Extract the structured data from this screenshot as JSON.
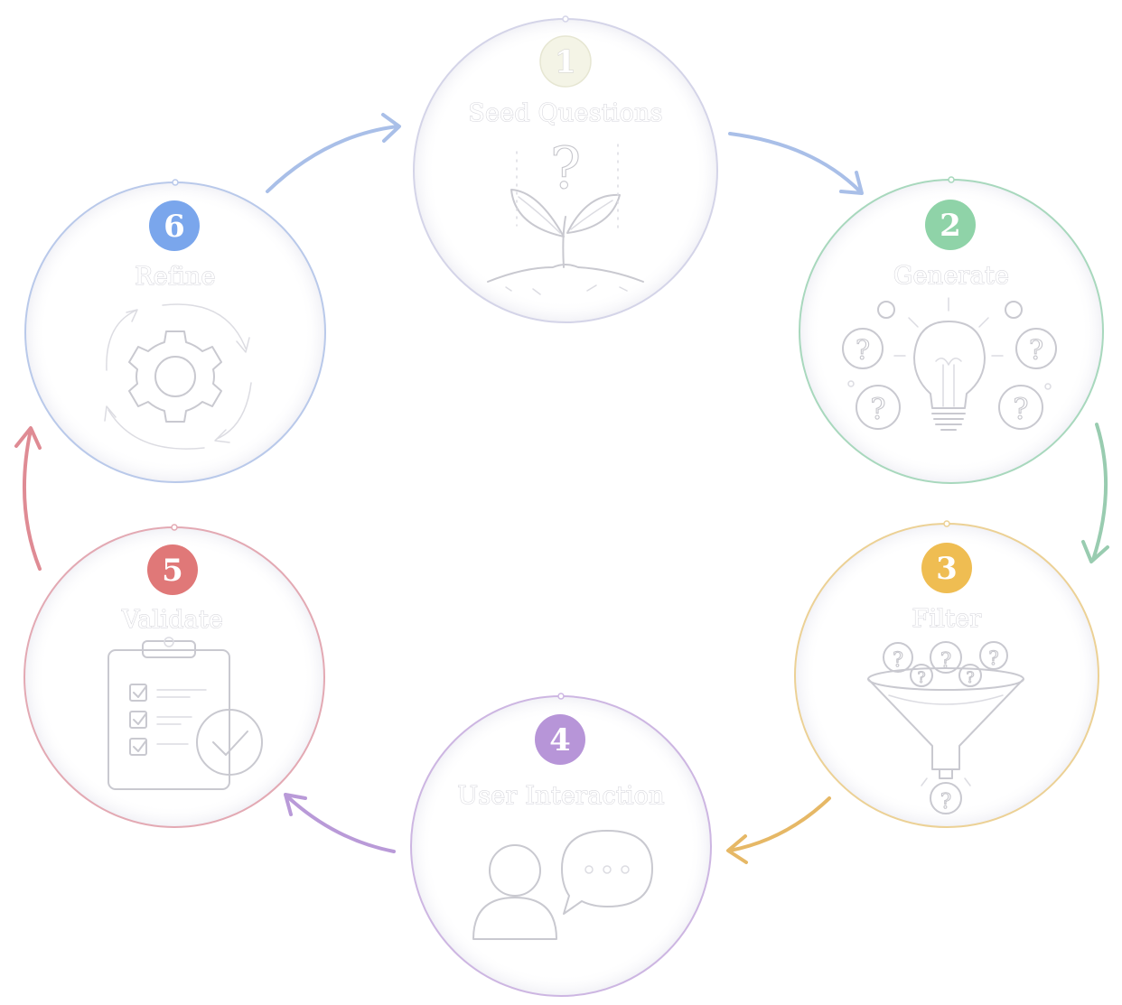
{
  "diagram": {
    "steps": [
      {
        "number": "1",
        "title": "Seed Questions",
        "icon": "sprout-question-icon",
        "color": "#e9e9d6"
      },
      {
        "number": "2",
        "title": "Generate",
        "icon": "lightbulb-questions-icon",
        "color": "#8fd3a8"
      },
      {
        "number": "3",
        "title": "Filter",
        "icon": "funnel-questions-icon",
        "color": "#efbd52"
      },
      {
        "number": "4",
        "title": "User Interaction",
        "icon": "user-chat-icon",
        "color": "#b795d8"
      },
      {
        "number": "5",
        "title": "Validate",
        "icon": "clipboard-check-icon",
        "color": "#e07878"
      },
      {
        "number": "6",
        "title": "Refine",
        "icon": "gear-cycle-icon",
        "color": "#7aa6ec"
      }
    ],
    "ring_colors": [
      "#d4d4e8",
      "#a8d8bd",
      "#ecd195",
      "#cdb6e2",
      "#e3a9b3",
      "#b9c9ea"
    ],
    "arrow_colors": [
      "#a9bfe8",
      "#99ccb0",
      "#e6b866",
      "#b99ad8",
      "#df8b94",
      "#a8bee9"
    ]
  }
}
